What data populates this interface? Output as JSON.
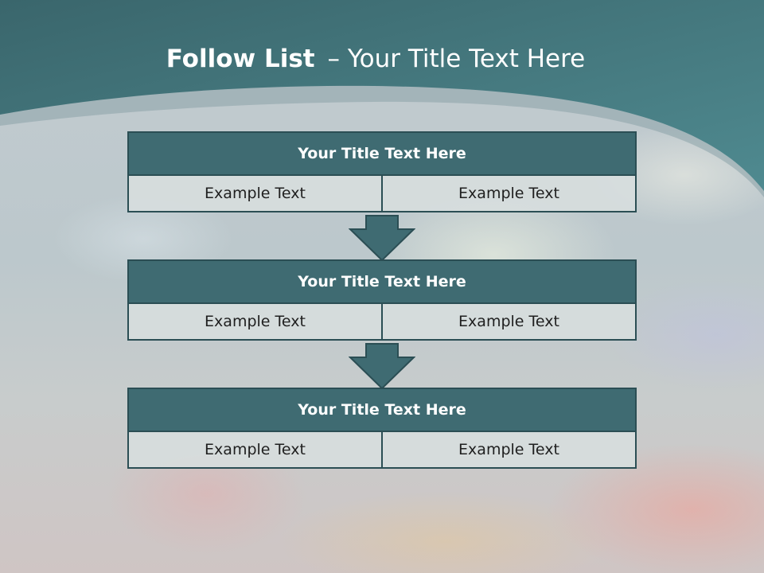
{
  "header": {
    "title_bold": "Follow List",
    "title_rest": "– Your Title Text Here"
  },
  "blocks": [
    {
      "title": "Your Title Text Here",
      "cells": [
        "Example Text",
        "Example Text"
      ]
    },
    {
      "title": "Your Title Text Here",
      "cells": [
        "Example Text",
        "Example Text"
      ]
    },
    {
      "title": "Your Title Text Here",
      "cells": [
        "Example Text",
        "Example Text"
      ]
    }
  ],
  "colors": {
    "header_band": "#3d6f76",
    "block_title_fill": "#3f6b72",
    "block_border": "#2b4e54",
    "cell_fill": "#d7dede"
  }
}
